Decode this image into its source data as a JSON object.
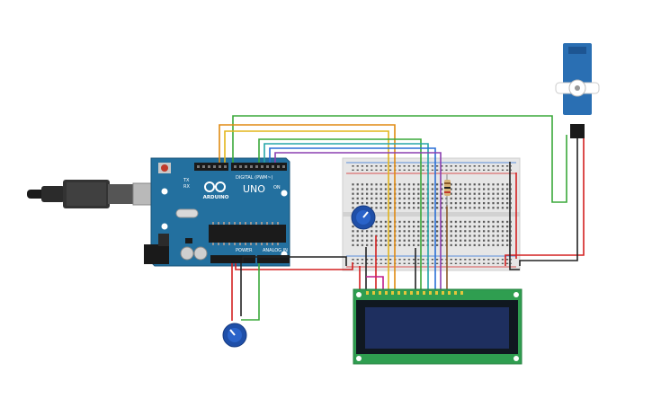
{
  "board": {
    "brand": "ARDUINO",
    "model": "UNO",
    "digital_header_label": "DIGITAL (PWM~)",
    "power_header_label": "POWER",
    "analog_header_label": "ANALOG IN",
    "on_label": "ON",
    "tx_label": "TX",
    "rx_label": "RX"
  },
  "colors": {
    "board": "#23709f",
    "breadboard": "#e6e6e6",
    "lcd_pcb": "#2f9e50",
    "lcd_screen": "#1e2f5f",
    "servo": "#2a6fb3",
    "wire_red": "#d32020",
    "wire_black": "#222222",
    "wire_green": "#3aa83a",
    "wire_orange": "#e08a12",
    "wire_yellow": "#e3b51b",
    "wire_blue": "#2a6fd6",
    "wire_purple": "#8b3fb0",
    "wire_teal": "#25a5a8",
    "wire_magenta": "#c01a8a",
    "wire_brown": "#8a5a2a"
  },
  "components": [
    {
      "name": "usb-cable-icon"
    },
    {
      "name": "arduino-uno-board"
    },
    {
      "name": "breadboard"
    },
    {
      "name": "potentiometer-icon"
    },
    {
      "name": "resistor-icon"
    },
    {
      "name": "servo-motor-icon"
    },
    {
      "name": "lcd-16x2-display"
    }
  ]
}
